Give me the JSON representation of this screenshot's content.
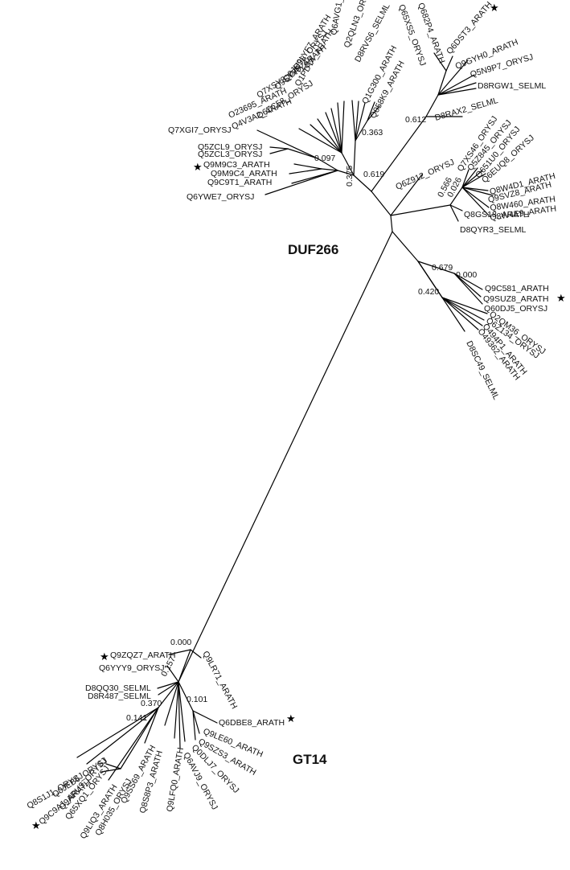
{
  "groups": {
    "duf266": "DUF266",
    "gt14": "GT14"
  },
  "star_glyph": "★",
  "leaves": {
    "duf_upper_left": [
      "Q7XGI7_ORYSJ",
      "Q5ZCL9_ORYSJ",
      "Q5ZCL3_ORYSJ",
      "Q9M9C3_ARATH",
      "Q9M9C4_ARATH",
      "Q9C9T1_ARATH",
      "Q6YWE7_ORYSJ",
      "O23695_ARATH",
      "Q4V3A2_ARATH",
      "Q7XSY3_ORYSJ",
      "Q6ZC58_ORYSJ",
      "Q9SY70_ARATH",
      "Q0JH98_ORYSJ",
      "Q9LYF7_ARATH",
      "Q1PDT4_ARATH",
      "Q6AVG1_ORYSJ",
      "Q2QLN3_ORYSJ",
      "D8RVS6_SELML",
      "Q1G300_ARATH",
      "Q058K9_ARATH"
    ],
    "duf_top": [
      "Q65XS5_ORYSJ",
      "Q682P4_ARATH",
      "Q6DST3_ARATH",
      "Q9GYH0_ARATH",
      "Q5N9P7_ORYSJ",
      "D8RGW1_SELML",
      "D8RAX2_SELML"
    ],
    "duf_right": [
      "Q6Z912_ORYSJ",
      "Q7XS46_ORYSJ",
      "Q5Z845_ORYSJ",
      "Q651U0_ORYSJ",
      "Q6EUQ8_ORYSJ",
      "Q8W4D1_ARATH",
      "Q9SVZ8_ARATH",
      "Q8W460_ARATH",
      "Q8W4E9_ARATH",
      "Q8GS18_ARATH",
      "D8QYR3_SELML"
    ],
    "duf_lower": [
      "Q9C581_ARATH",
      "Q9SUZ8_ARATH",
      "Q60DJ5_ORYSJ",
      "Q2QM36_ORYSJ",
      "Q6Z134_ORYSJ",
      "Q494P1_ARATH",
      "O49362_ARATH",
      "D8SC49_SELML"
    ],
    "gt14": [
      "Q9ZQZ7_ARATH",
      "Q6YYY9_ORYSJ",
      "Q9LR71_ARATH",
      "D8QQ30_SELML",
      "D8R487_SELML",
      "Q6DBE8_ARATH",
      "Q9LE60_ARATH",
      "Q9SZS3_ARATH",
      "Q0DLJ7_ORYSJ",
      "Q6AVJ9_ORYSJ",
      "Q9LFQ0_ARATH",
      "Q8S8P3_ARATH",
      "Q9SS69_ARATH",
      "Q8H035_ORYSJ",
      "Q9LIQ3_ARATH",
      "Q65XQ1_ORYSJ",
      "Q9ARU3_ORYSJ",
      "Q9C9A1_ARATH",
      "Q0JEB6_ORYSJ",
      "Q8S1J1_ORYSJ"
    ]
  },
  "support_values": {
    "s619": "0.619",
    "s363": "0.363",
    "s612": "0.612",
    "s097": "0.097",
    "s375": "0.375",
    "s026": "0.026",
    "s566": "0.566",
    "s679": "0.679",
    "s000a": "0.000",
    "s420": "0.420",
    "s000b": "0.000",
    "s101": "0.101",
    "s370": "0.370",
    "s141": "0.141",
    "s157": "0.157"
  }
}
